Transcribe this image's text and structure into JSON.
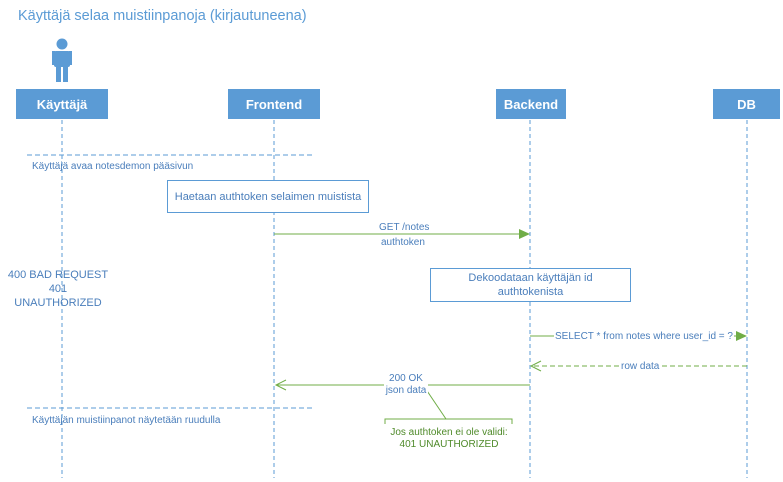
{
  "title": "Käyttäjä selaa muistiinpanoja (kirjautuneena)",
  "lifelines": {
    "kayttaja": "Käyttäjä",
    "frontend": "Frontend",
    "backend": "Backend",
    "db": "DB"
  },
  "frames": {
    "top_label": "Käyttäjä avaa notesdemon pääsivun",
    "bottom_label": "Käyttäjän muistiinpanot näytetään ruudulla"
  },
  "notes": {
    "frontend_note": "Haetaan authtoken selaimen muistista",
    "backend_note_line1": "Dekoodataan käyttäjän id",
    "backend_note_line2": "authtokenista"
  },
  "errors": {
    "line1": "400 BAD REQUEST",
    "line2": "401 UNAUTHORIZED"
  },
  "messages": {
    "get_line1": "GET /notes",
    "get_line2": "authtoken",
    "select": "SELECT * from notes where user_id = ?",
    "row_data": "row data",
    "ok_line1": "200 OK",
    "ok_line2": "json data"
  },
  "comment": {
    "line1": "Jos authtoken ei ole validi:",
    "line2": "401 UNAUTHORIZED"
  },
  "colors": {
    "accent": "#5b9bd5",
    "message": "#70ad47"
  }
}
